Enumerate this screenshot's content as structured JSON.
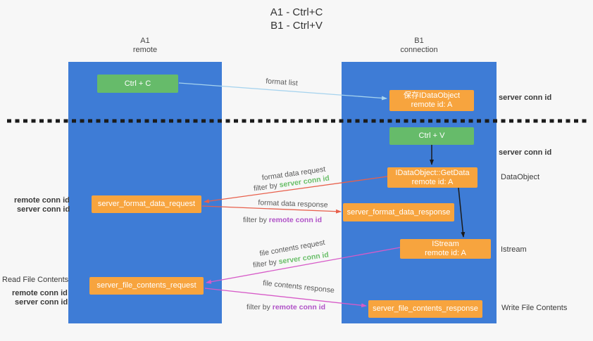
{
  "title": [
    "A1 - Ctrl+C",
    "B1 - Ctrl+V"
  ],
  "lanes": {
    "left": {
      "name": "A1",
      "role": "remote"
    },
    "right": {
      "name": "B1",
      "role": "connection"
    }
  },
  "nodes": {
    "ctrl_c": "Ctrl + C",
    "save_idataobject": [
      "保存IDataObject",
      "remote id: A"
    ],
    "ctrl_v": "Ctrl + V",
    "getdata": [
      "IDataObject::GetData",
      "remote id: A"
    ],
    "format_request": "server_format_data_request",
    "format_response": "server_format_data_response",
    "istream": [
      "IStream",
      "remote id: A"
    ],
    "file_request": "server_file_contents_request",
    "file_response": "server_file_contents_response"
  },
  "side_labels": {
    "server_conn_id": "server conn id",
    "remote_conn_id": "remote conn id",
    "dataobject": "DataObject",
    "istream": "Istream",
    "read_file_contents": "Read File Contents",
    "write_file_contents": "Write File Contents"
  },
  "edge_labels": {
    "format_list": "format list",
    "format_data_request": "format data request",
    "format_data_response": "format data response",
    "file_contents_request": "file contents request",
    "file_contents_response": "file contents response",
    "filter_by": "filter by"
  },
  "colors": {
    "lane_blue": "#3e7cd6",
    "green_node": "#66bb6a",
    "orange_node": "#f7a43e",
    "green_text": "#6abf69",
    "purple_text": "#b052c7",
    "red_arrow": "#e8604c",
    "magenta_arrow": "#d75bc8",
    "blue_arrow": "#a6d3ee",
    "black_arrow": "#1b1b1b"
  }
}
